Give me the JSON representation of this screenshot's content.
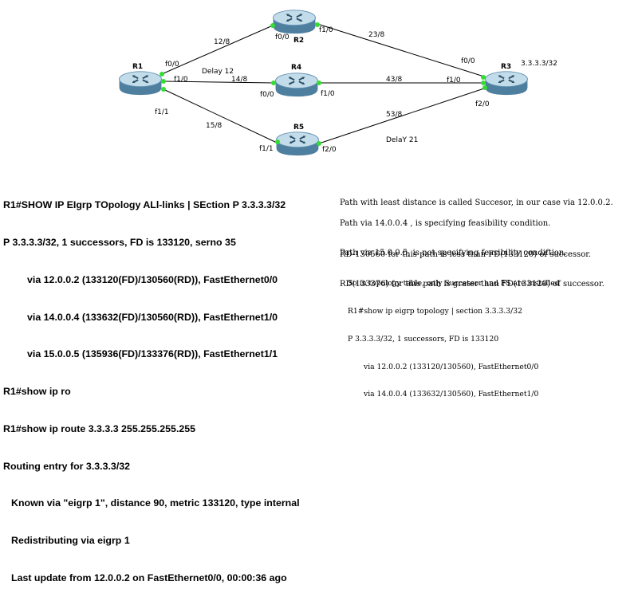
{
  "routers": {
    "r1": {
      "name": "R1"
    },
    "r2": {
      "name": "R2"
    },
    "r3": {
      "name": "R3",
      "network": "3.3.3.3/32"
    },
    "r4": {
      "name": "R4"
    },
    "r5": {
      "name": "R5"
    }
  },
  "links": {
    "r1_r2": {
      "subnet": "12/8",
      "r1_if": "f0/0",
      "r2_if": "f0/0"
    },
    "r2_r3": {
      "subnet": "23/8",
      "r2_if": "f1/0",
      "r3_if": "f0/0"
    },
    "r1_r4": {
      "subnet": "14/8",
      "r1_if": "f1/0",
      "r4_if": "f0/0"
    },
    "r4_r3": {
      "subnet": "43/8",
      "r4_if": "f1/0",
      "r3_if": "f1/0"
    },
    "r1_r5": {
      "subnet": "15/8",
      "r1_if": "f1/1",
      "r5_if": "f1/1"
    },
    "r5_r3": {
      "subnet": "53/8",
      "r5_if": "f2/0",
      "r3_if": "f2/0"
    }
  },
  "annotations": {
    "delay_12": "Delay 12",
    "delay_21": "DelaY 21"
  },
  "cli": {
    "l1": "R1#SHOW IP EIgrp TOpology ALl-links | SEction P 3.3.3.3/32",
    "l2": "P 3.3.3.3/32, 1 successors, FD is 133120, serno 35",
    "l3": "via 12.0.0.2 (133120(FD)/130560(RD)), FastEthernet0/0",
    "l4": "via 14.0.0.4 (133632(FD)/130560(RD)), FastEthernet1/0",
    "l5": "via 15.0.0.5 (135936(FD)/133376(RD)), FastEthernet1/1",
    "l6": "R1#show ip ro",
    "l7": "R1#show ip route 3.3.3.3 255.255.255.255",
    "l8": "Routing entry for 3.3.3.3/32",
    "l9": "Known via \"eigrp 1\", distance 90, metric 133120, type internal",
    "l10": "Redistributing via eigrp 1",
    "l11": "Last update from 12.0.0.2 on FastEthernet0/0, 00:00:36 ago"
  },
  "explanation": {
    "p1": "Path with least distance is called Succesor, in our case via 12.0.0.2.",
    "p2a": "Path via 14.0.0.4 , is specifying feasibility condition.",
    "p2b": "RD-130560 for this path is less than FD(133120) of successor.",
    "p3a": "Path via 15.0.0.5, is not specifying feasibility condiftion.",
    "p3b": "RD(133376) for this path is grater than FD(133120) of successor."
  },
  "topology_output": {
    "l1": "So in topology table, only Successor and FS are installed",
    "l2": "R1#show ip eigrp topology | section 3.3.3.3/32",
    "l3": "P 3.3.3.3/32, 1 successors, FD is 133120",
    "l4": "via 12.0.0.2 (133120/130560), FastEthernet0/0",
    "l5": "via 14.0.0.4 (133632/130560), FastEthernet1/0"
  },
  "colors": {
    "link": "#000000",
    "port": "#33dd33",
    "router_body": "#5f8fb0",
    "router_top": "#b8d3e4"
  }
}
